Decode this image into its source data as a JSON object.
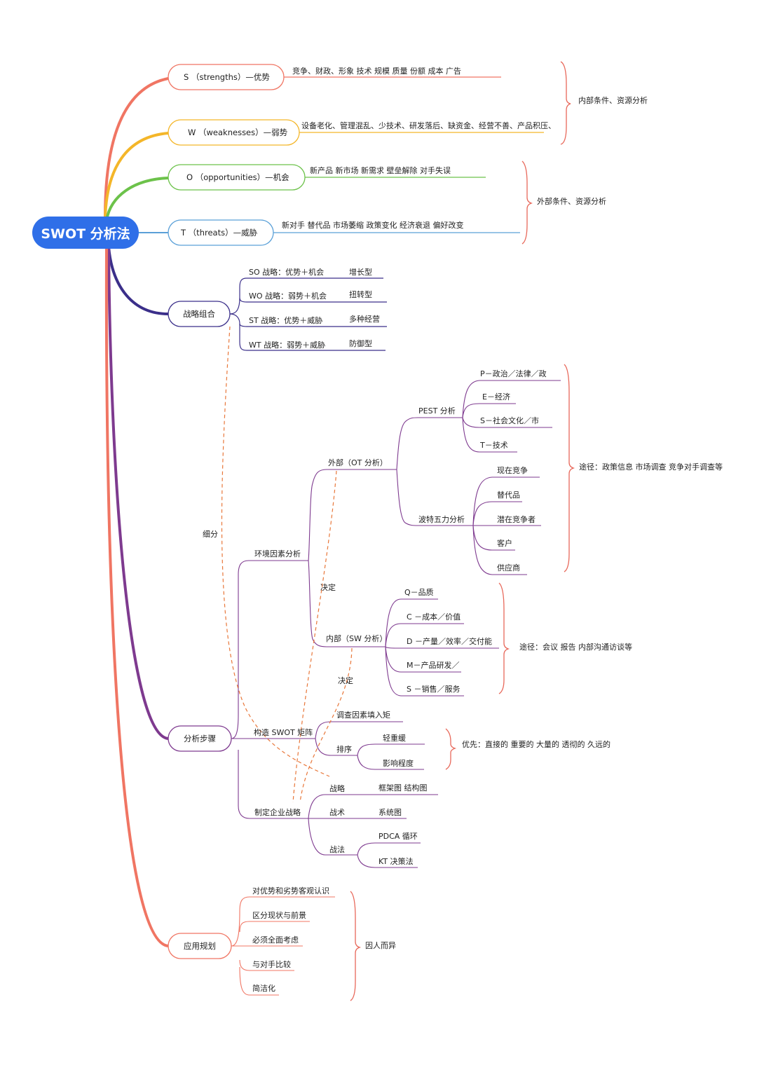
{
  "root": {
    "label": "SWOT 分析法",
    "color": "#2f6fe8"
  },
  "colors": {
    "s": "#f07563",
    "w": "#f4b629",
    "o": "#6cc24a",
    "t": "#5aa0d8",
    "combo": "#3b2f8a",
    "steps": "#7e3a8f",
    "apply": "#f07563",
    "dashed": "#e8773a",
    "brace": "#e8685a"
  },
  "s": {
    "label": "S （strengths）—优势",
    "detail": "竞争、财政、形象   技术   规模   质量   份额   成本   广告"
  },
  "w": {
    "label": "W （weaknesses）—弱势",
    "detail": "设备老化、管理混乱、少技术、研发落后、缺资金、经营不善、产品积压、"
  },
  "o": {
    "label": "O （opportunities）—机会",
    "detail": "新产品   新市场   新需求   壁垒解除   对手失误"
  },
  "t": {
    "label": "T （threats）—威胁",
    "detail": "新对手   替代品   市场萎缩   政策变化   经济衰退   偏好改变"
  },
  "internal_note": "内部条件、资源分析",
  "external_note": "外部条件、资源分析",
  "combo": {
    "label": "战略组合",
    "rows": [
      {
        "name": "SO 战略：优势＋机会",
        "type": "增长型"
      },
      {
        "name": "WO 战略：弱势＋机会",
        "type": "扭转型"
      },
      {
        "name": "ST 战略：优势＋威胁",
        "type": "多种经营"
      },
      {
        "name": "WT 战略：弱势＋威胁",
        "type": "防御型"
      }
    ]
  },
  "links": {
    "xifen": "细分",
    "jueding1": "决定",
    "jueding2": "决定"
  },
  "steps": {
    "label": "分析步骤",
    "env": "环境因素分析",
    "external": "外部（OT 分析）",
    "pest": {
      "label": "PEST 分析",
      "items": [
        "P－政治／法律／政",
        "E－经济",
        "S－社会文化／市",
        "T－技术"
      ]
    },
    "porter": {
      "label": "波特五力分析",
      "items": [
        "现在竞争",
        "替代品",
        "潜在竞争者",
        "客户",
        "供应商"
      ]
    },
    "external_note": "途径：政策信息   市场调查   竞争对手调查等",
    "internal": "内部（SW 分析）",
    "internal_items": [
      "Q－品质",
      "C －成本／价值",
      "D －产量／效率／交付能",
      "M－产品研发／",
      "S －销售／服务"
    ],
    "internal_note": "途径：会议   报告   内部沟通访谈等",
    "matrix": "构造 SWOT 矩阵",
    "fill": "调查因素填入矩",
    "sort": "排序",
    "sort_items": [
      "轻重缓",
      "影响程度"
    ],
    "priority_note": "优先：直接的   重要的   大量的   透彻的   久远的",
    "make": "制定企业战略",
    "strategy": "战略",
    "strategy_detail": "框架图   结构图",
    "tactic": "战术",
    "tactic_detail": "系统图",
    "method": "战法",
    "method_items": [
      "PDCA 循环",
      "KT 决策法"
    ]
  },
  "apply": {
    "label": "应用规划",
    "items": [
      "对优势和劣势客观认识",
      "区分现状与前景",
      "必须全面考虑",
      "与对手比较",
      "简洁化"
    ],
    "note": "因人而异"
  }
}
